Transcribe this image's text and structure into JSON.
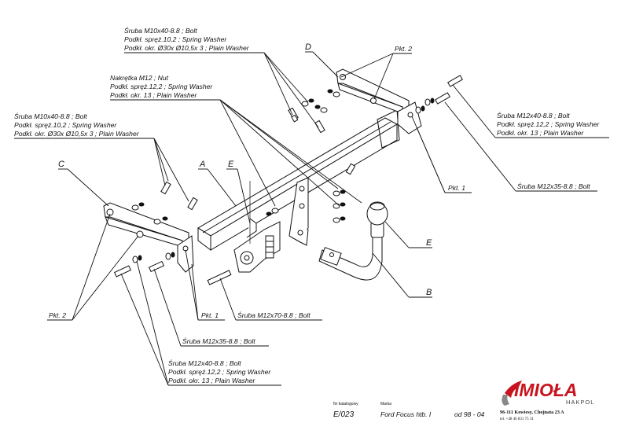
{
  "callouts": {
    "top_center": [
      "Śruba M10x40-8.8 ;  Bolt",
      "Podkł. spręż.10,2 ; Spring Washer",
      "Podkł. okr.  Ø30x Ø10,5x 3 ; Plain Washer"
    ],
    "upper_mid": [
      "Nakrętka  M12 ; Nut",
      "Podkł. spręż.12,2 ; Spring Washer",
      "Podkł. okr. 13 ; Plain Washer"
    ],
    "left": [
      "Śruba M10x40-8.8 ;  Bolt",
      "Podkł. spręż.10,2 ; Spring Washer",
      "Podkł. okr.  Ø30x Ø10,5x 3 ; Plain Washer"
    ],
    "right": [
      "Śruba M12x40-8.8 ;  Bolt",
      "Podkł. spręż.12,2 ; Spring Washer",
      "Podkł. okr. 13 ; Plain Washer"
    ],
    "bottom": [
      "Śruba M12x40-8.8 ;  Bolt",
      "Podkł. spręż.12,2 ; Spring Washer",
      "Podkł. okr. 13 ; Plain Washer"
    ],
    "bolt_right": "Śruba M12x35-8.8 ;  Bolt",
    "bolt_center": "Śruba M12x70-8.8 ;  Bolt",
    "bolt_bottom": "Śruba M12x35-8.8 ;  Bolt"
  },
  "letters": {
    "A": "A",
    "B": "B",
    "C": "C",
    "D": "D",
    "E_left": "E",
    "E_right": "E"
  },
  "pkt": {
    "pkt2_top": "Pkt. 2",
    "pkt1_right": "Pkt. 1",
    "pkt2_left": "Pkt. 2",
    "pkt1_left": "Pkt. 1"
  },
  "footer": {
    "catalog_label": "Nr katalogowy",
    "catalog_no": "E/023",
    "make_label": "Marka",
    "model": "Ford Focus htb. I",
    "years": "od 98 - 04"
  },
  "brand": {
    "name": "IMIOŁA",
    "sub": "HAKPOL",
    "address": "96-111 Kowiesy, Chojnata 23 A",
    "tel": "tel. +48 46 831 75 31",
    "color": "#c8141e"
  }
}
